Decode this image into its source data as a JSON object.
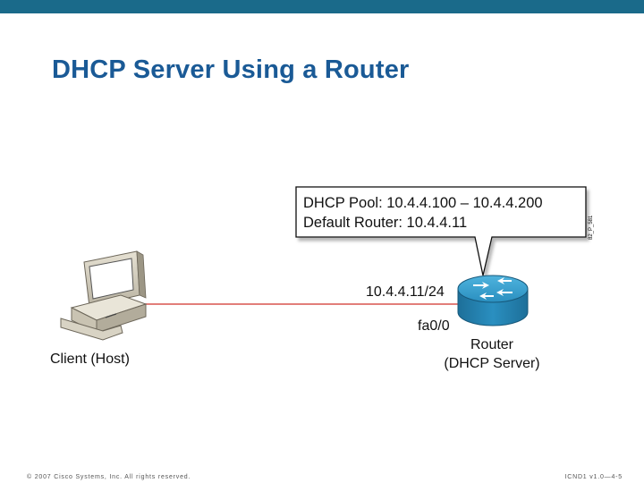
{
  "slide": {
    "title": "DHCP Server Using a Router",
    "footer_left": "© 2007 Cisco Systems, Inc. All rights reserved.",
    "footer_right": "ICND1 v1.0—4-5"
  },
  "callout": {
    "line1": "DHCP Pool: 10.4.4.100 – 10.4.4.200",
    "line2": "Default Router: 10.4.4.11",
    "side_code": "82_P_581"
  },
  "diagram": {
    "client_label": "Client (Host)",
    "ip_label": "10.4.4.11/24",
    "interface_label": "fa0/0",
    "router_label_line1": "Router",
    "router_label_line2": "(DHCP Server)"
  },
  "colors": {
    "top_bar": "#1a6a8a",
    "title": "#1a5a96",
    "link_line": "#d9534f",
    "router": "#2a8fc0"
  },
  "icons": [
    "computer-icon",
    "router-icon"
  ]
}
